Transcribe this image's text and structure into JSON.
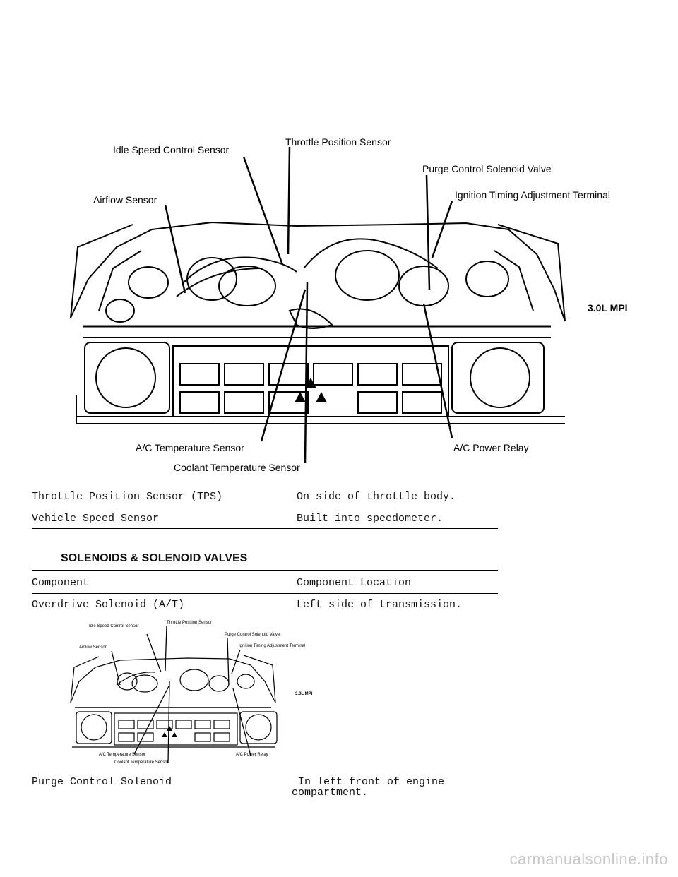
{
  "figure1": {
    "labels": {
      "idle_speed": "Idle Speed Control Sensor",
      "throttle_pos": "Throttle Position Sensor",
      "purge_valve": "Purge Control Solenoid Valve",
      "airflow": "Airflow Sensor",
      "ignition": "Ignition Timing Adjustment Terminal",
      "engine_code": "3.0L MPI",
      "ac_temp": "A/C Temperature Sensor",
      "ac_relay": "A/C Power Relay",
      "coolant": "Coolant Temperature Sensor"
    }
  },
  "sensor_rows": [
    {
      "component": "Throttle Position Sensor (TPS)",
      "location": "On side of throttle body."
    },
    {
      "component": "Vehicle Speed Sensor",
      "location": "Built into speedometer."
    }
  ],
  "solenoids": {
    "heading": "SOLENOIDS & SOLENOID VALVES",
    "col_component": "Component",
    "col_location": "Component Location",
    "rows": [
      {
        "component": "Overdrive Solenoid (A/T)",
        "location": "Left side of transmission."
      }
    ]
  },
  "purge_row": {
    "component": "Purge Control Solenoid",
    "location_line1": "In left front of engine",
    "location_line2": "compartment."
  },
  "watermark": "carmanualsonline.info"
}
